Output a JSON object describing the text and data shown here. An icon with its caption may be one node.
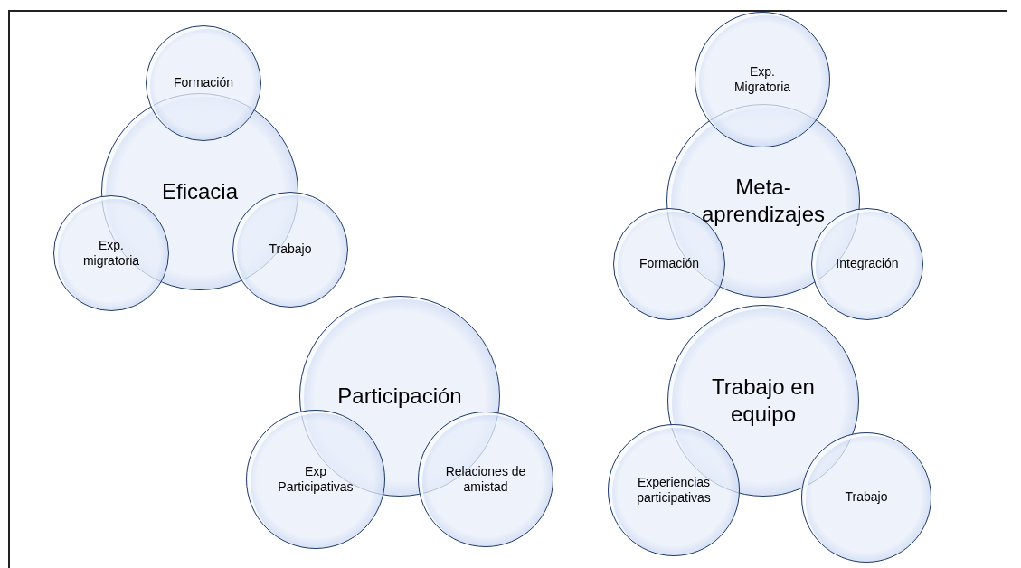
{
  "diagram": {
    "nodes": [
      {
        "text": [
          "Formación"
        ]
      },
      {
        "text": [
          "Eficacia"
        ]
      },
      {
        "text": [
          "Exp. migratoria"
        ]
      },
      {
        "text": [
          "Trabajo"
        ]
      },
      {
        "text": [
          "Exp. Migratoria"
        ]
      },
      {
        "text": [
          "Meta-aprendizajes"
        ]
      },
      {
        "text": [
          "Formación"
        ]
      },
      {
        "text": [
          "Integración"
        ]
      },
      {
        "text": [
          "Participación"
        ]
      },
      {
        "text": [
          "Exp Participativas"
        ]
      },
      {
        "text": [
          "Relaciones de amistad"
        ]
      },
      {
        "text": [
          "Trabajo en equipo"
        ]
      },
      {
        "text": [
          "Experiencias participativas"
        ]
      },
      {
        "text": [
          "Trabajo"
        ]
      }
    ]
  }
}
